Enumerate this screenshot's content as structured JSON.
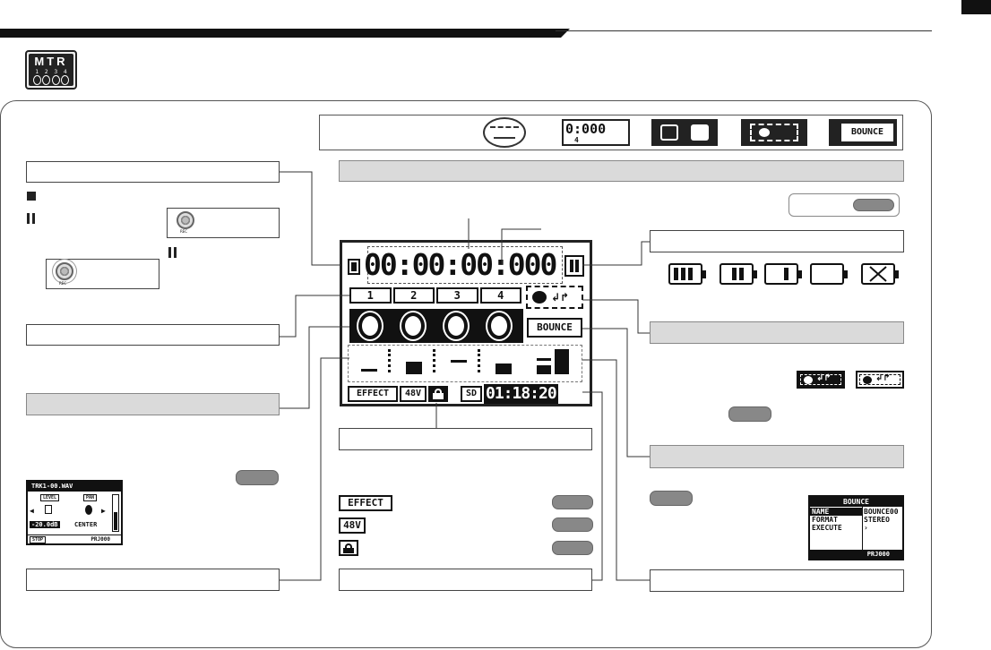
{
  "logo": {
    "text": "MTR",
    "track_numbers": [
      "1",
      "2",
      "3",
      "4"
    ],
    "icon": "mtr-multitrack-icon"
  },
  "icon_strip": {
    "dial_icon": "dial-icon",
    "counter_preview": "0:000",
    "preview_track": "4",
    "bounce_label": "BOUNCE"
  },
  "rec_button_label": "REC",
  "lcd": {
    "counter": "00:00:00:000",
    "tracks": [
      "1",
      "2",
      "3",
      "4"
    ],
    "bounce_label": "BOUNCE",
    "bottom": {
      "effect": "EFFECT",
      "phantom": "48V",
      "sd": "SD",
      "remaining": "01:18:20"
    }
  },
  "track_screen": {
    "title": "TRK1-00.WAV",
    "level_tab": "LEVEL",
    "pan_tab": "PAN",
    "level_value": "-20.0dB",
    "pan_value": "CENTER",
    "status": "STOP",
    "project": "PRJ000"
  },
  "bounce_screen": {
    "title": "BOUNCE",
    "rows": [
      {
        "label": "NAME",
        "value": "BOUNCE00"
      },
      {
        "label": "FORMAT",
        "value": "STEREO"
      },
      {
        "label": "EXECUTE",
        "value": "›"
      }
    ],
    "project": "PRJ000"
  },
  "legend_indicators": {
    "effect": "EFFECT",
    "phantom": "48V",
    "lock": "lock-icon"
  },
  "battery_levels": [
    "full",
    "two-thirds",
    "one-third",
    "empty",
    "depleted"
  ]
}
